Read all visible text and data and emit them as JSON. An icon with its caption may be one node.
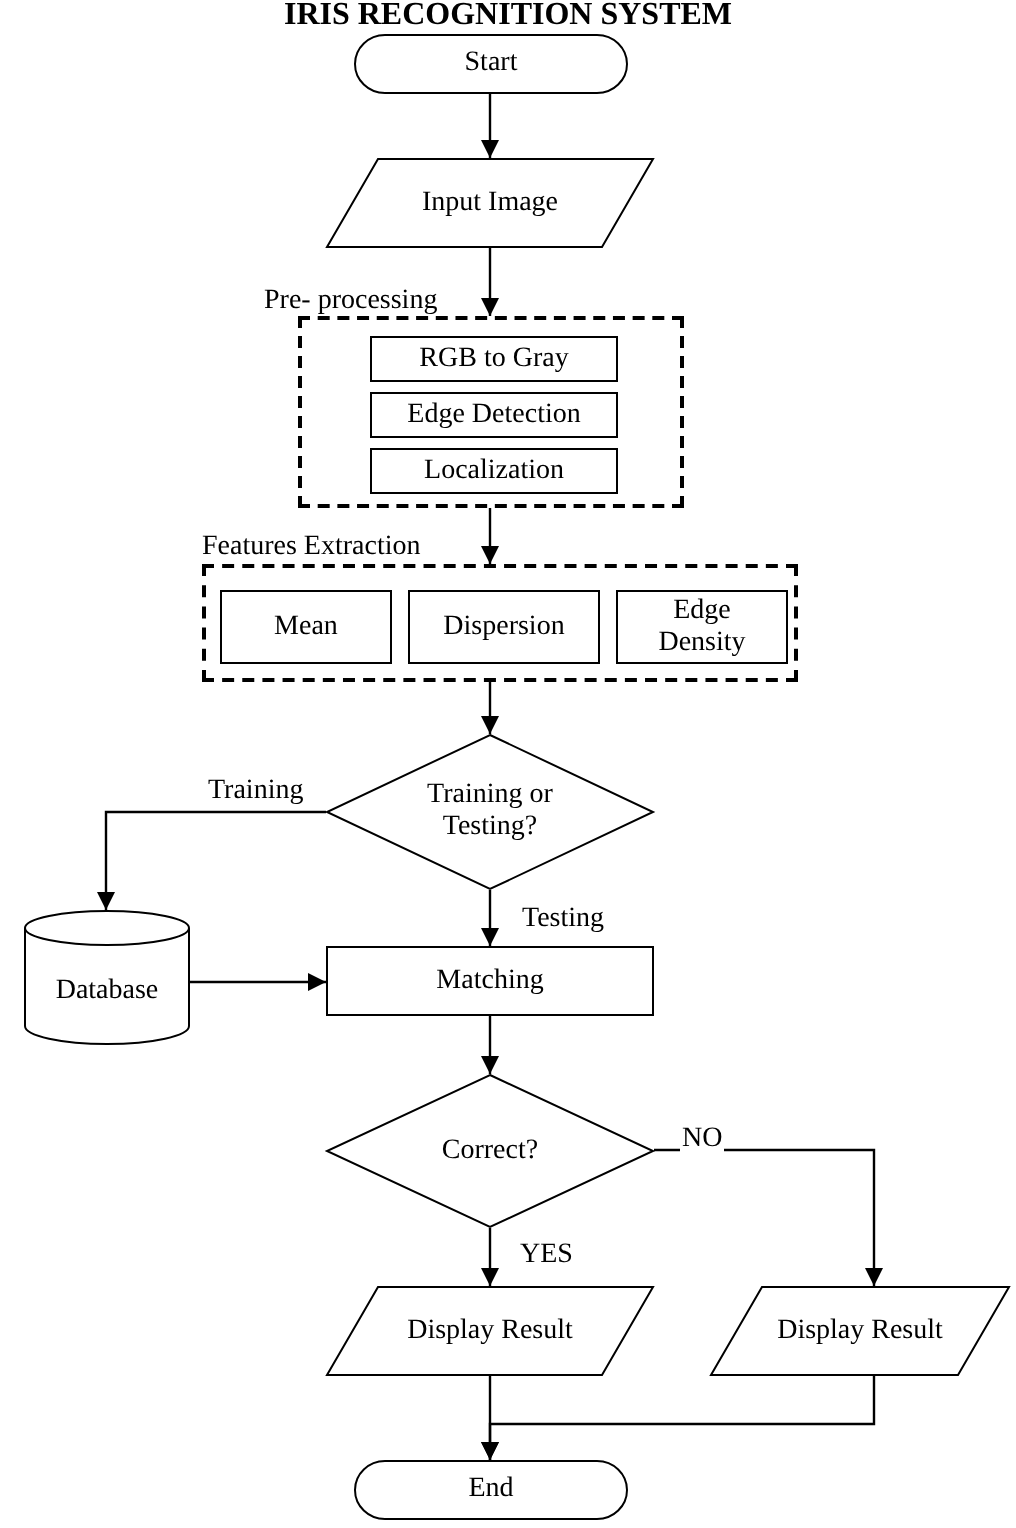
{
  "diagram": {
    "title": "IRIS RECOGNITION SYSTEM",
    "nodes": [
      {
        "text": [
          "Start"
        ]
      },
      {
        "text": [
          "Input Image"
        ]
      },
      {
        "text": [
          "Pre- processing"
        ]
      },
      {
        "text": [
          "RGB to Gray"
        ],
        "in": 2
      },
      {
        "text": [
          "Edge Detection"
        ],
        "in": 2
      },
      {
        "text": [
          "Localization"
        ],
        "in": 2
      },
      {
        "text": [
          "Features Extraction"
        ]
      },
      {
        "text": [
          "Mean"
        ],
        "in": 6
      },
      {
        "text": [
          "Dispersion"
        ],
        "in": 6
      },
      {
        "text": [
          "Edge Density"
        ],
        "in": 6
      },
      {
        "text": [
          "Training or Testing?"
        ]
      },
      {
        "text": [
          "Database"
        ]
      },
      {
        "text": [
          "Matching"
        ]
      },
      {
        "text": [
          "Correct?"
        ]
      },
      {
        "text": [
          "Display Result"
        ]
      },
      {
        "text": [
          "Display Result"
        ]
      },
      {
        "text": [
          "End"
        ]
      }
    ],
    "edges": [
      {
        "from": 0,
        "to": 1,
        "arrow": "to"
      },
      {
        "from": 1,
        "to": 2,
        "arrow": "to"
      },
      {
        "from": 2,
        "to": 6,
        "arrow": "to"
      },
      {
        "from": 6,
        "to": 10,
        "arrow": "to"
      },
      {
        "from": 10,
        "to": 11,
        "arrow": "to",
        "label": "Training"
      },
      {
        "from": 10,
        "to": 12,
        "arrow": "to",
        "label": "Testing"
      },
      {
        "from": 11,
        "to": 12,
        "arrow": "to"
      },
      {
        "from": 12,
        "to": 13,
        "arrow": "to"
      },
      {
        "from": 13,
        "to": 14,
        "arrow": "to",
        "label": "YES"
      },
      {
        "from": 13,
        "to": 15,
        "arrow": "to",
        "label": "NO"
      },
      {
        "from": 14,
        "to": 16,
        "arrow": "to"
      },
      {
        "from": 15,
        "to": 16,
        "arrow": "to"
      }
    ]
  }
}
